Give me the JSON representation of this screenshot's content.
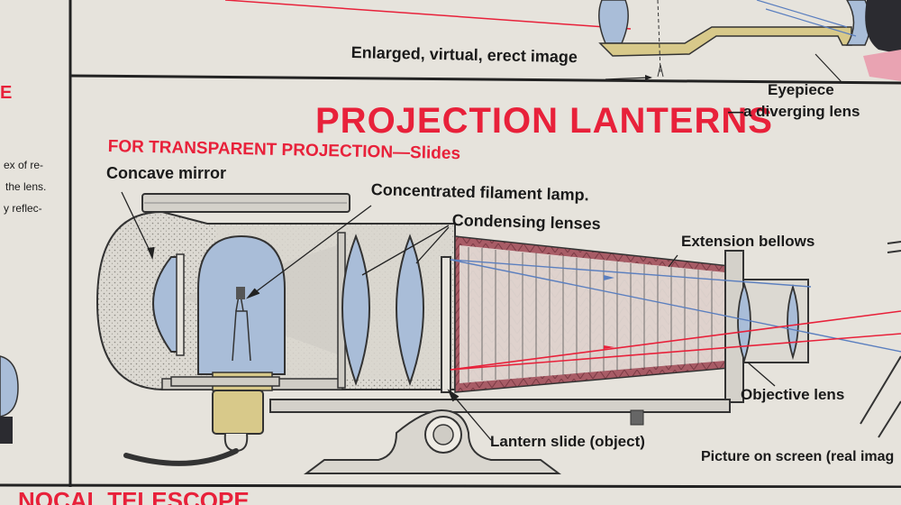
{
  "title": "PROJECTION LANTERNS",
  "subtitle": "FOR TRANSPARENT PROJECTION—Slides",
  "top_labels": {
    "enlarged_image": "Enlarged, virtual, erect image",
    "eyepiece_line1": "Eyepiece",
    "eyepiece_line2": "—a diverging lens"
  },
  "left_fragment": {
    "heading_letters": "E",
    "line1": "ex of re-",
    "line2": "the lens.",
    "line3": "y reflec-"
  },
  "labels": {
    "concave_mirror": "Concave mirror",
    "filament_lamp": "Concentrated filament lamp.",
    "condensing_lenses": "Condensing lenses",
    "extension_bellows": "Extension bellows",
    "objective_lens": "Objective lens",
    "lantern_slide": "Lantern slide (object)",
    "picture_on_screen": "Picture on screen (real imag"
  },
  "bottom_fragment": "NOCAL TELESCOPE",
  "colors": {
    "title_red": "#e8213a",
    "paper": "#e6e3dc",
    "lens_blue": "#a9bdd8",
    "bellows_maroon": "#a85c66",
    "brass": "#d8c98a"
  }
}
